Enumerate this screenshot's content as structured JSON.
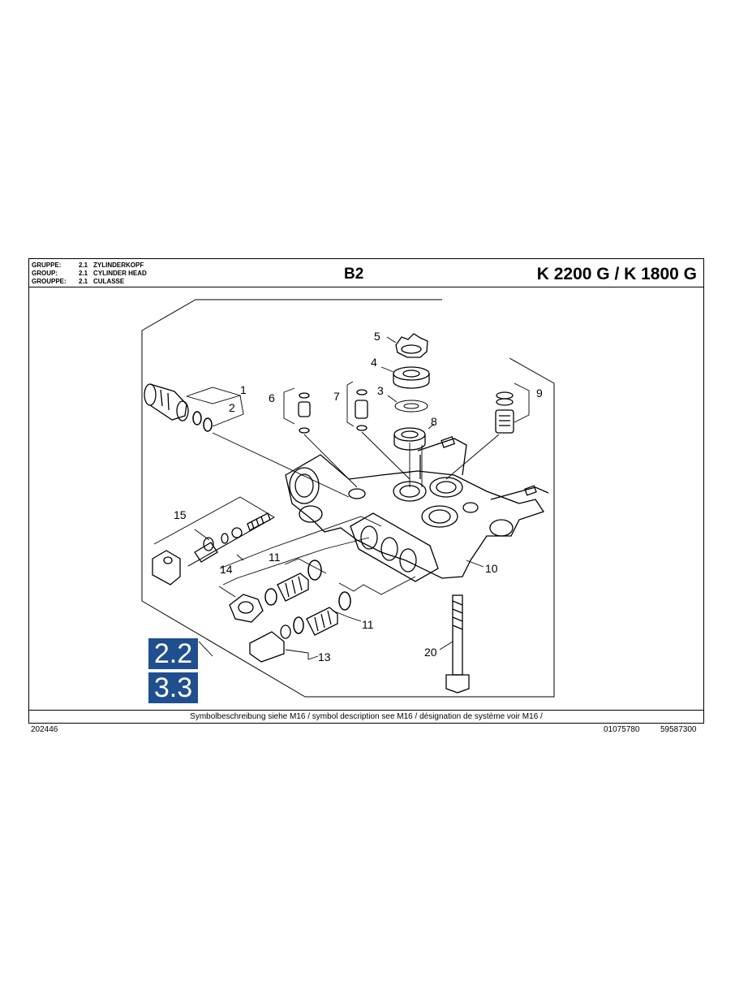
{
  "header": {
    "groups": [
      {
        "key": "GRUPPE:",
        "num": "2.1",
        "name": "ZYLINDERKOPF"
      },
      {
        "key": "GROUP:",
        "num": "2.1",
        "name": "CYLINDER HEAD"
      },
      {
        "key": "GROUPPE:",
        "num": "2.1",
        "name": "CULASSE"
      }
    ],
    "page_code": "B2",
    "model": "K 2200 G / K 1800 G"
  },
  "callouts": [
    "1",
    "2",
    "3",
    "4",
    "5",
    "6",
    "7",
    "8",
    "9",
    "10",
    "11",
    "11",
    "13",
    "14",
    "15",
    "20"
  ],
  "badges": [
    "2.2",
    "3.3"
  ],
  "footer": {
    "symbol_note": "Symbolbeschreibung siehe M16 / symbol description see M16 / désignation de système voir M16 /",
    "doc_number": "202446",
    "code_1": "01075780",
    "code_2": "59587300"
  }
}
